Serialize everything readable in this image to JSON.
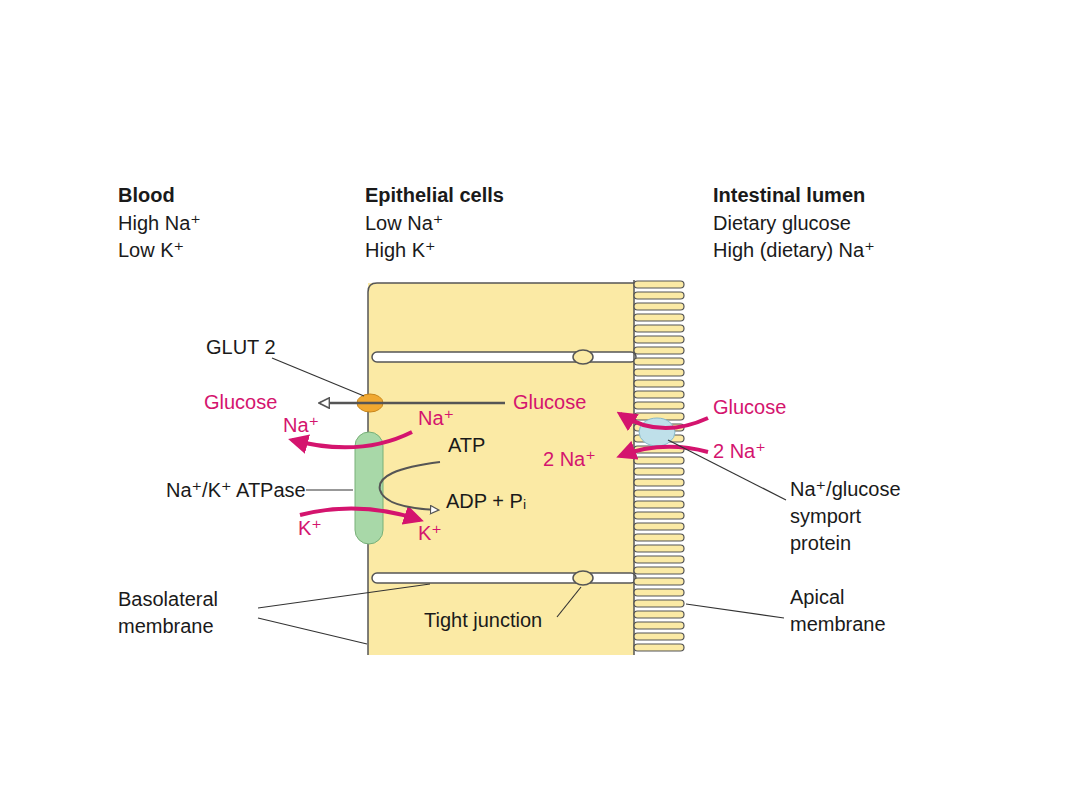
{
  "diagram": {
    "labels": [
      "Blood",
      "High Na⁺",
      "Low K⁺",
      "Epithelial cells",
      "Low Na⁺",
      "High K⁺",
      "Intestinal lumen",
      "Dietary glucose",
      "High (dietary) Na⁺",
      "GLUT 2",
      "Glucose",
      "Glucose",
      "Glucose",
      "Na⁺",
      "Na⁺",
      "ATP",
      "2 Na⁺",
      "2 Na⁺",
      "Na⁺/K⁺ ATPase",
      "ADP + Pᵢ",
      "K⁺",
      "K⁺",
      "Na⁺/glucose symport protein",
      "Basolateral membrane",
      "Tight junction",
      "Apical membrane"
    ]
  }
}
